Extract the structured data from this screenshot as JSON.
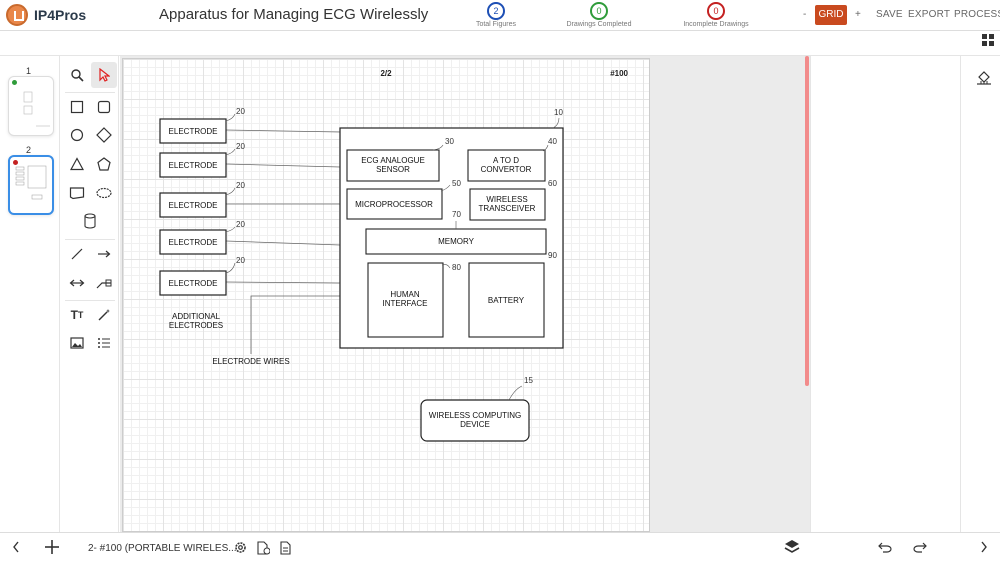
{
  "app": {
    "brand": "IP4Pros",
    "title": "Apparatus for Managing ECG Wirelessly"
  },
  "stats": [
    {
      "value": "2",
      "label": "Total Figures",
      "color": "#1d4fb5"
    },
    {
      "value": "0",
      "label": "Drawings Completed",
      "color": "#2f9c3a"
    },
    {
      "value": "0",
      "label": "Incomplete Drawings",
      "color": "#c42121"
    }
  ],
  "toolbar": {
    "zoom_out": "-",
    "grid": "GRID",
    "zoom_in": "+",
    "save": "SAVE",
    "export": "EXPORT",
    "process": "PROCESS"
  },
  "pages": [
    {
      "num": "1",
      "dot_color": "#2f9c3a"
    },
    {
      "num": "2",
      "dot_color": "#c42121"
    }
  ],
  "sheet": {
    "page_indicator": "2/2",
    "figure_ref": "#100"
  },
  "diagram": {
    "electrodes": [
      "ELECTRODE",
      "ELECTRODE",
      "ELECTRODE",
      "ELECTRODE",
      "ELECTRODE"
    ],
    "electrode_ref": "20",
    "additional_1": "ADDITIONAL",
    "additional_2": "ELECTRODES",
    "wires_label": "ELECTRODE WIRES",
    "main_ref": "10",
    "ecg_1": "ECG ANALOGUE",
    "ecg_2": "SENSOR",
    "ecg_ref": "30",
    "atod_1": "A TO D",
    "atod_2": "CONVERTOR",
    "atod_ref": "40",
    "micro": "MICROPROCESSOR",
    "micro_ref": "50",
    "wt_1": "WIRELESS",
    "wt_2": "TRANSCEIVER",
    "wt_ref": "60",
    "memory": "MEMORY",
    "memory_ref": "70",
    "hi_1": "HUMAN",
    "hi_2": "INTERFACE",
    "hi_ref": "80",
    "battery": "BATTERY",
    "battery_ref": "90",
    "wcd_1": "WIRELESS COMPUTING",
    "wcd_2": "DEVICE",
    "wcd_ref": "15"
  },
  "bottom": {
    "figure_label": "2- #100 (PORTABLE WIRELES..."
  }
}
